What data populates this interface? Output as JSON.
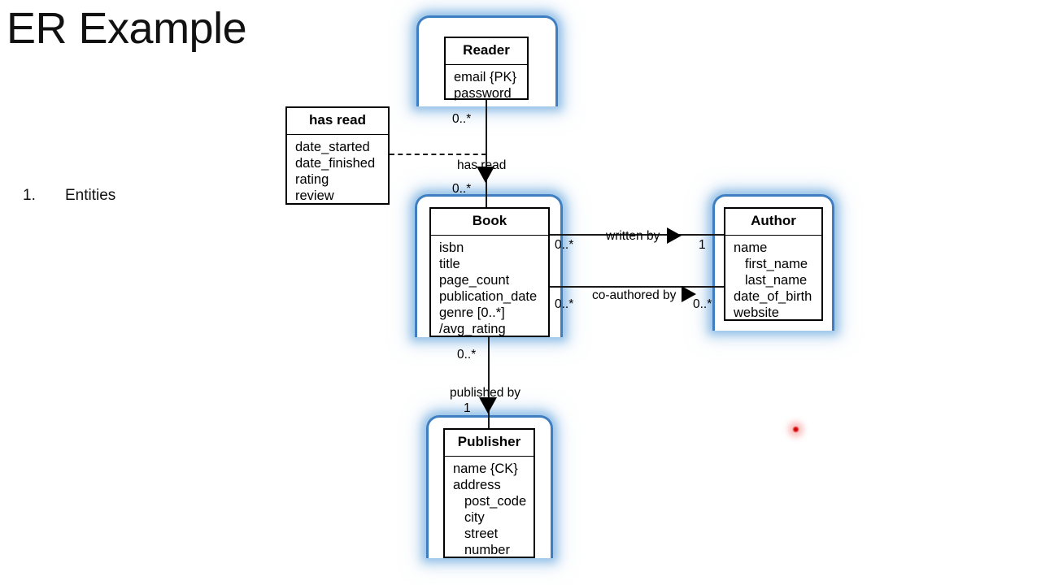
{
  "slide": {
    "title": "ER Example",
    "bullets": [
      {
        "number": "1.",
        "text": "Entities"
      }
    ],
    "accent_blue": "#3f7fc1",
    "laser_color": "#e01414"
  },
  "entities": {
    "reader": {
      "title": "Reader",
      "attributes": [
        {
          "text": "email {PK}",
          "indent": false
        },
        {
          "text": "password",
          "indent": false
        }
      ]
    },
    "has_read_class": {
      "title": "has read",
      "attributes": [
        {
          "text": "date_started",
          "indent": false
        },
        {
          "text": "date_finished",
          "indent": false
        },
        {
          "text": "rating",
          "indent": false
        },
        {
          "text": "review",
          "indent": false
        }
      ]
    },
    "book": {
      "title": "Book",
      "attributes": [
        {
          "text": "isbn",
          "indent": false
        },
        {
          "text": "title",
          "indent": false
        },
        {
          "text": "page_count",
          "indent": false
        },
        {
          "text": "publication_date",
          "indent": false
        },
        {
          "text": "genre [0..*]",
          "indent": false
        },
        {
          "text": "/avg_rating",
          "indent": false
        }
      ]
    },
    "author": {
      "title": "Author",
      "attributes": [
        {
          "text": "name",
          "indent": false
        },
        {
          "text": "first_name",
          "indent": true
        },
        {
          "text": "last_name",
          "indent": true
        },
        {
          "text": "date_of_birth",
          "indent": false
        },
        {
          "text": "website",
          "indent": false
        }
      ]
    },
    "publisher": {
      "title": "Publisher",
      "attributes": [
        {
          "text": "name {CK}",
          "indent": false
        },
        {
          "text": "address",
          "indent": false
        },
        {
          "text": "post_code",
          "indent": true
        },
        {
          "text": "city",
          "indent": true
        },
        {
          "text": "street",
          "indent": true
        },
        {
          "text": "number",
          "indent": true
        }
      ]
    }
  },
  "relationships": {
    "has_read": {
      "label": "has read",
      "source_multiplicity": "0..*",
      "target_multiplicity": "0..*"
    },
    "written_by": {
      "label": "written by",
      "source_multiplicity": "0..*",
      "target_multiplicity": "1"
    },
    "co_authored_by": {
      "label": "co-authored by",
      "source_multiplicity": "0..*",
      "target_multiplicity": "0..*"
    },
    "published_by": {
      "label": "published by",
      "source_multiplicity": "0..*",
      "target_multiplicity": "1"
    }
  }
}
